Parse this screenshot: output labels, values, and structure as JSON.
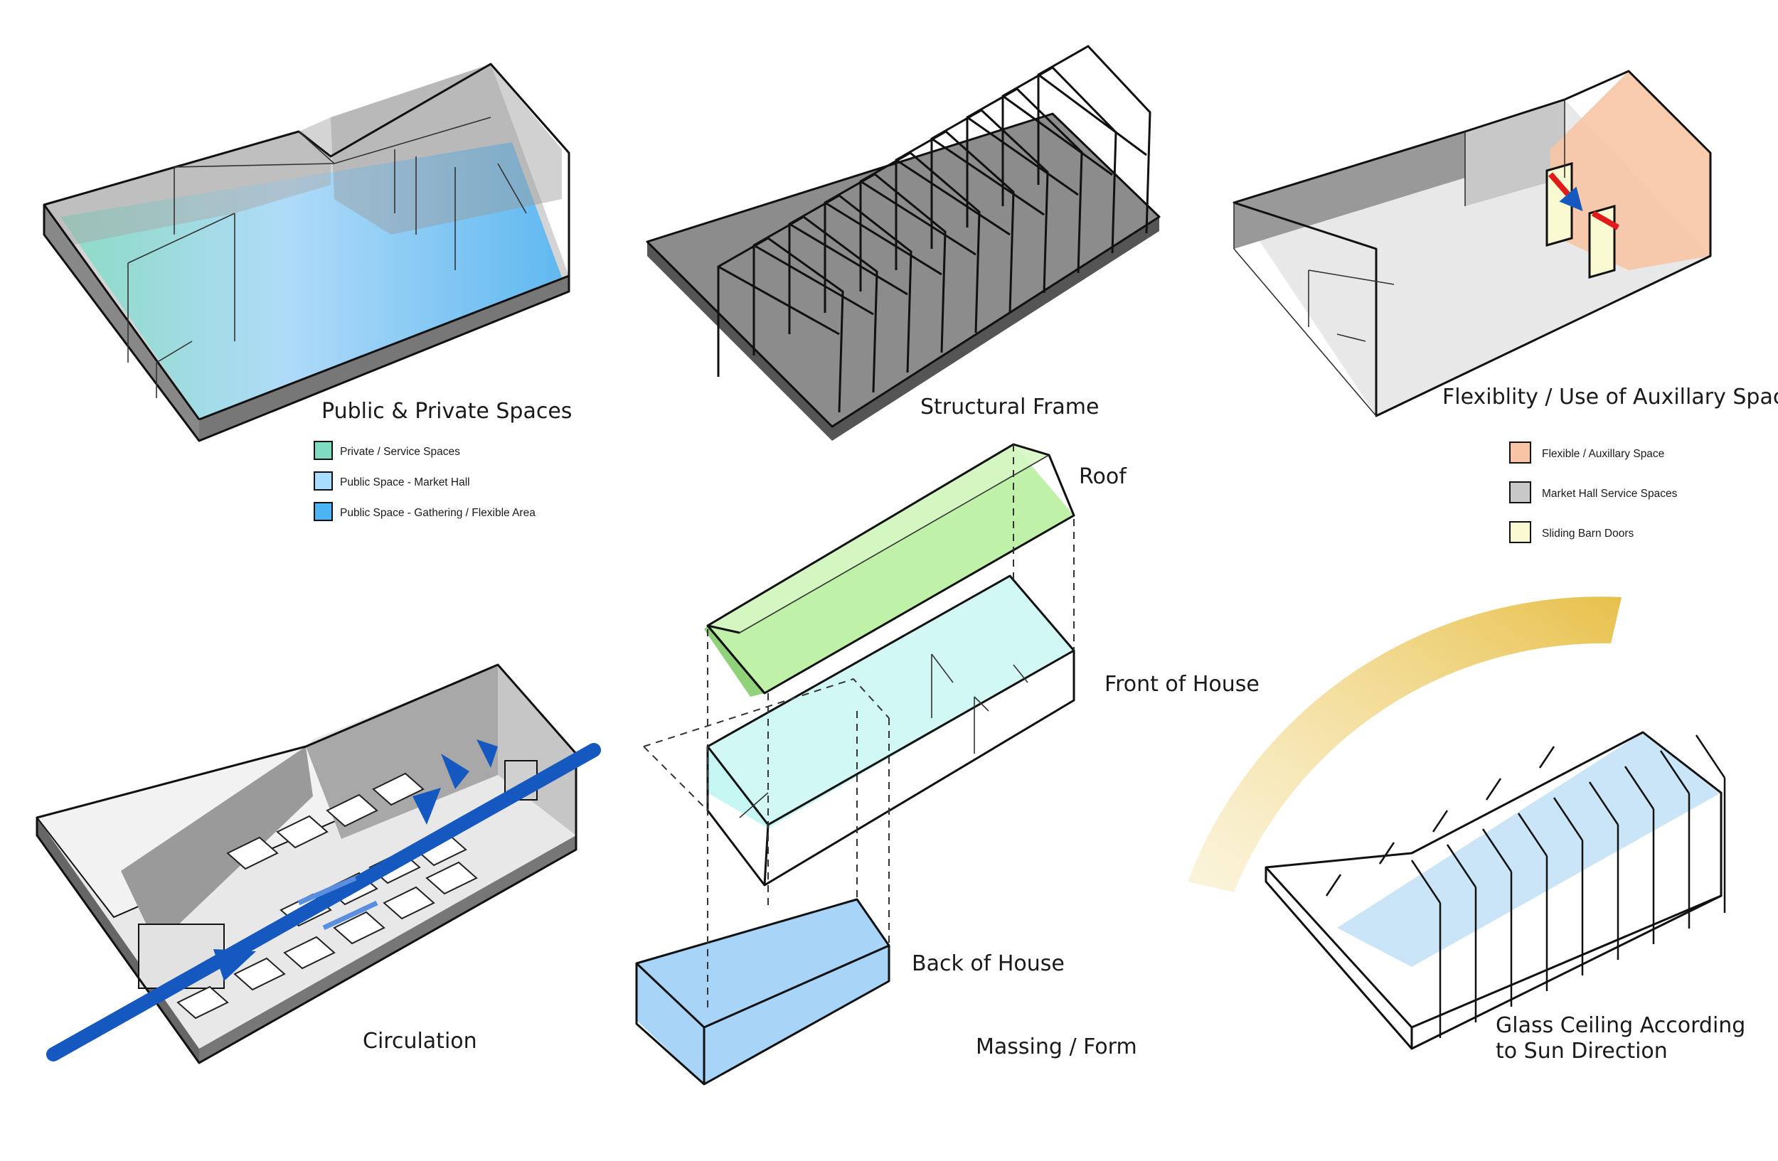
{
  "diagrams": {
    "public_private": {
      "label": "Public & Private Spaces",
      "legend": [
        {
          "label": "Private / Service Spaces",
          "color": "#7fdcc0"
        },
        {
          "label": "Public Space - Market Hall",
          "color": "#a9dcff"
        },
        {
          "label": "Public Space - Gathering / Flexible Area",
          "color": "#4cb4f5"
        }
      ]
    },
    "structural_frame": {
      "label": "Structural Frame"
    },
    "flexibility": {
      "label": "Flexiblity / Use of Auxillary Space",
      "legend": [
        {
          "label": "Flexible / Auxillary Space",
          "color": "#f7c4a5"
        },
        {
          "label": "Market Hall Service Spaces",
          "color": "#c8c8c8"
        },
        {
          "label": "Sliding Barn Doors",
          "color": "#fafad2"
        }
      ]
    },
    "massing": {
      "label": "Massing / Form",
      "parts": {
        "roof": "Roof",
        "front": "Front of House",
        "back": "Back of House"
      },
      "colors": {
        "roof": "#b8f0a0",
        "front": "#c0f5f0",
        "back": "#9fcff7"
      }
    },
    "circulation": {
      "label": "Circulation",
      "arrow_color": "#1558c0"
    },
    "glass_ceiling": {
      "label_line1": "Glass Ceiling According",
      "label_line2": "to Sun Direction",
      "sun_color": "#e8c04a"
    }
  }
}
